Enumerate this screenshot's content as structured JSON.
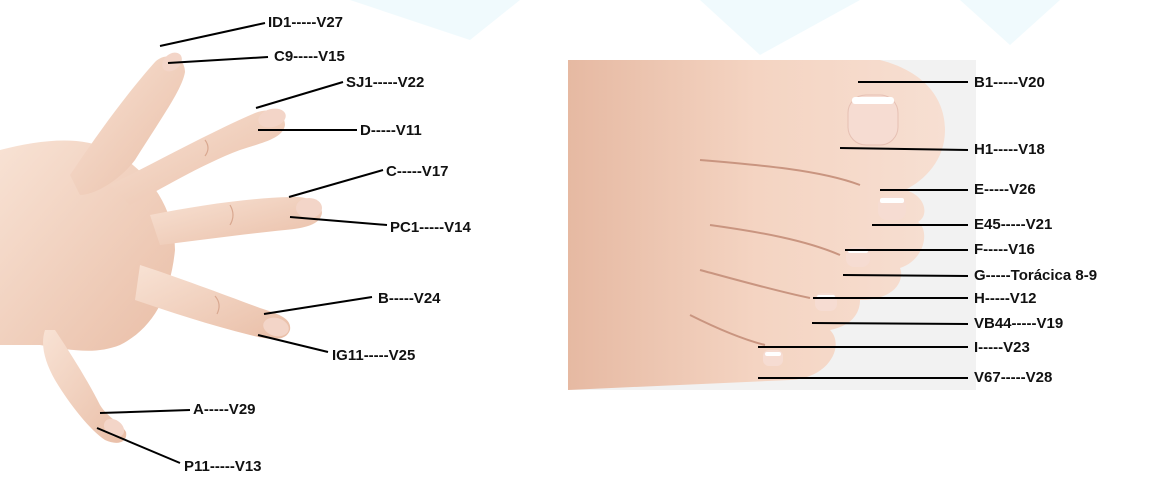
{
  "colors": {
    "skin_light": "#f6dccd",
    "skin_mid": "#ebc3ad",
    "skin_shadow": "#d9a890",
    "nail": "#f3d9d0",
    "nail_tip": "#ffffff",
    "line": "#000000",
    "watermark": "#e8f8fc"
  },
  "hand_labels": [
    {
      "id": "id1",
      "text": "ID1-----V27"
    },
    {
      "id": "c9",
      "text": "C9-----V15"
    },
    {
      "id": "sj1",
      "text": "SJ1-----V22"
    },
    {
      "id": "d",
      "text": "D-----V11"
    },
    {
      "id": "c",
      "text": "C-----V17"
    },
    {
      "id": "pc1",
      "text": "PC1-----V14"
    },
    {
      "id": "b",
      "text": "B-----V24"
    },
    {
      "id": "ig11",
      "text": "IG11-----V25"
    },
    {
      "id": "a",
      "text": "A-----V29"
    },
    {
      "id": "p11",
      "text": "P11-----V13"
    }
  ],
  "foot_labels": [
    {
      "id": "b1",
      "text": "B1-----V20"
    },
    {
      "id": "h1",
      "text": "H1-----V18"
    },
    {
      "id": "e",
      "text": "E-----V26"
    },
    {
      "id": "e45",
      "text": "E45-----V21"
    },
    {
      "id": "f",
      "text": "F-----V16"
    },
    {
      "id": "g",
      "text": "G-----Torácica 8-9"
    },
    {
      "id": "h",
      "text": "H-----V12"
    },
    {
      "id": "vb44",
      "text": "VB44-----V19"
    },
    {
      "id": "i",
      "text": "I-----V23"
    },
    {
      "id": "v67",
      "text": "V67-----V28"
    }
  ]
}
